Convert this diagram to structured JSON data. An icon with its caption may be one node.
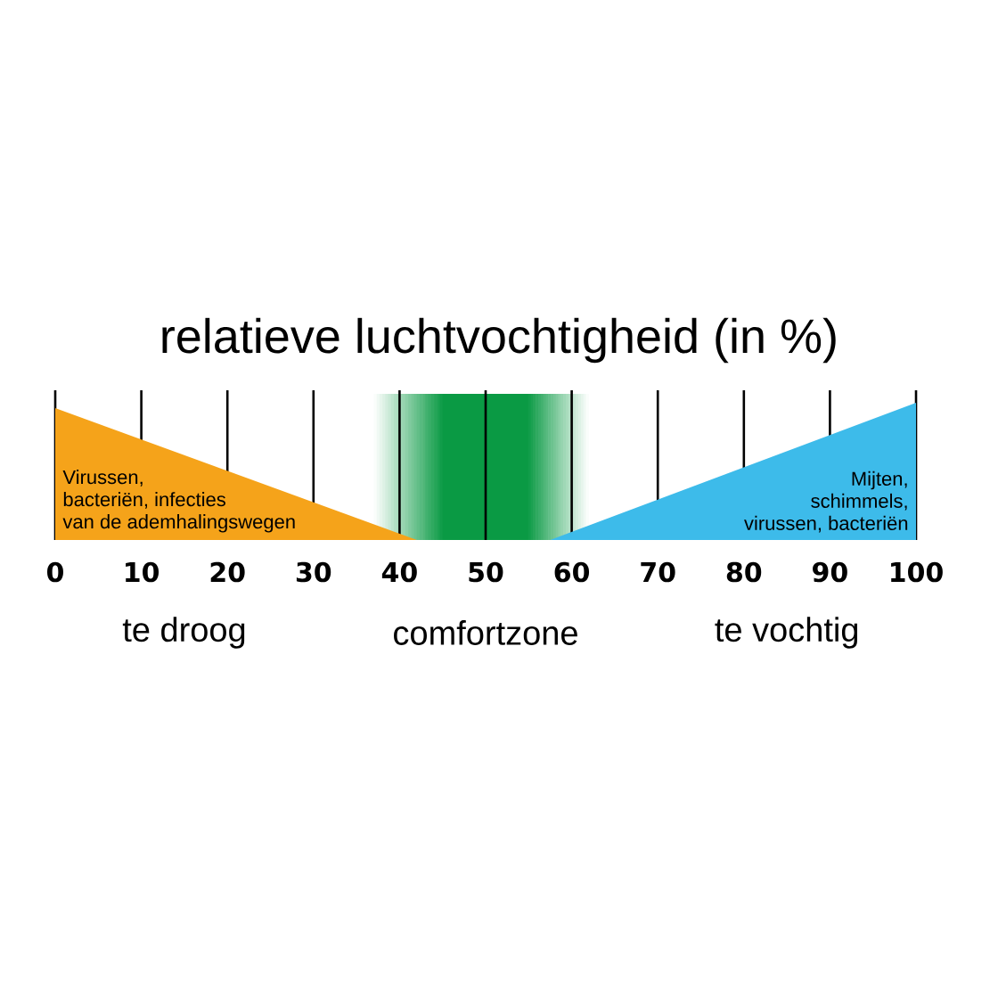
{
  "diagram": {
    "title": "relatieve luchtvochtigheid (in %)",
    "nodes": [
      {
        "text": [
          "Virussen, bacteriën, infecties van de ademhalingswegen"
        ]
      },
      {
        "text": [
          "Mijten, schimmels, virussen, bacteriën"
        ]
      }
    ],
    "labels": [
      "0",
      "10",
      "20",
      "30",
      "40",
      "50",
      "60",
      "70",
      "80",
      "90",
      "100",
      "te droog",
      "comfortzone",
      "te vochtig"
    ]
  }
}
